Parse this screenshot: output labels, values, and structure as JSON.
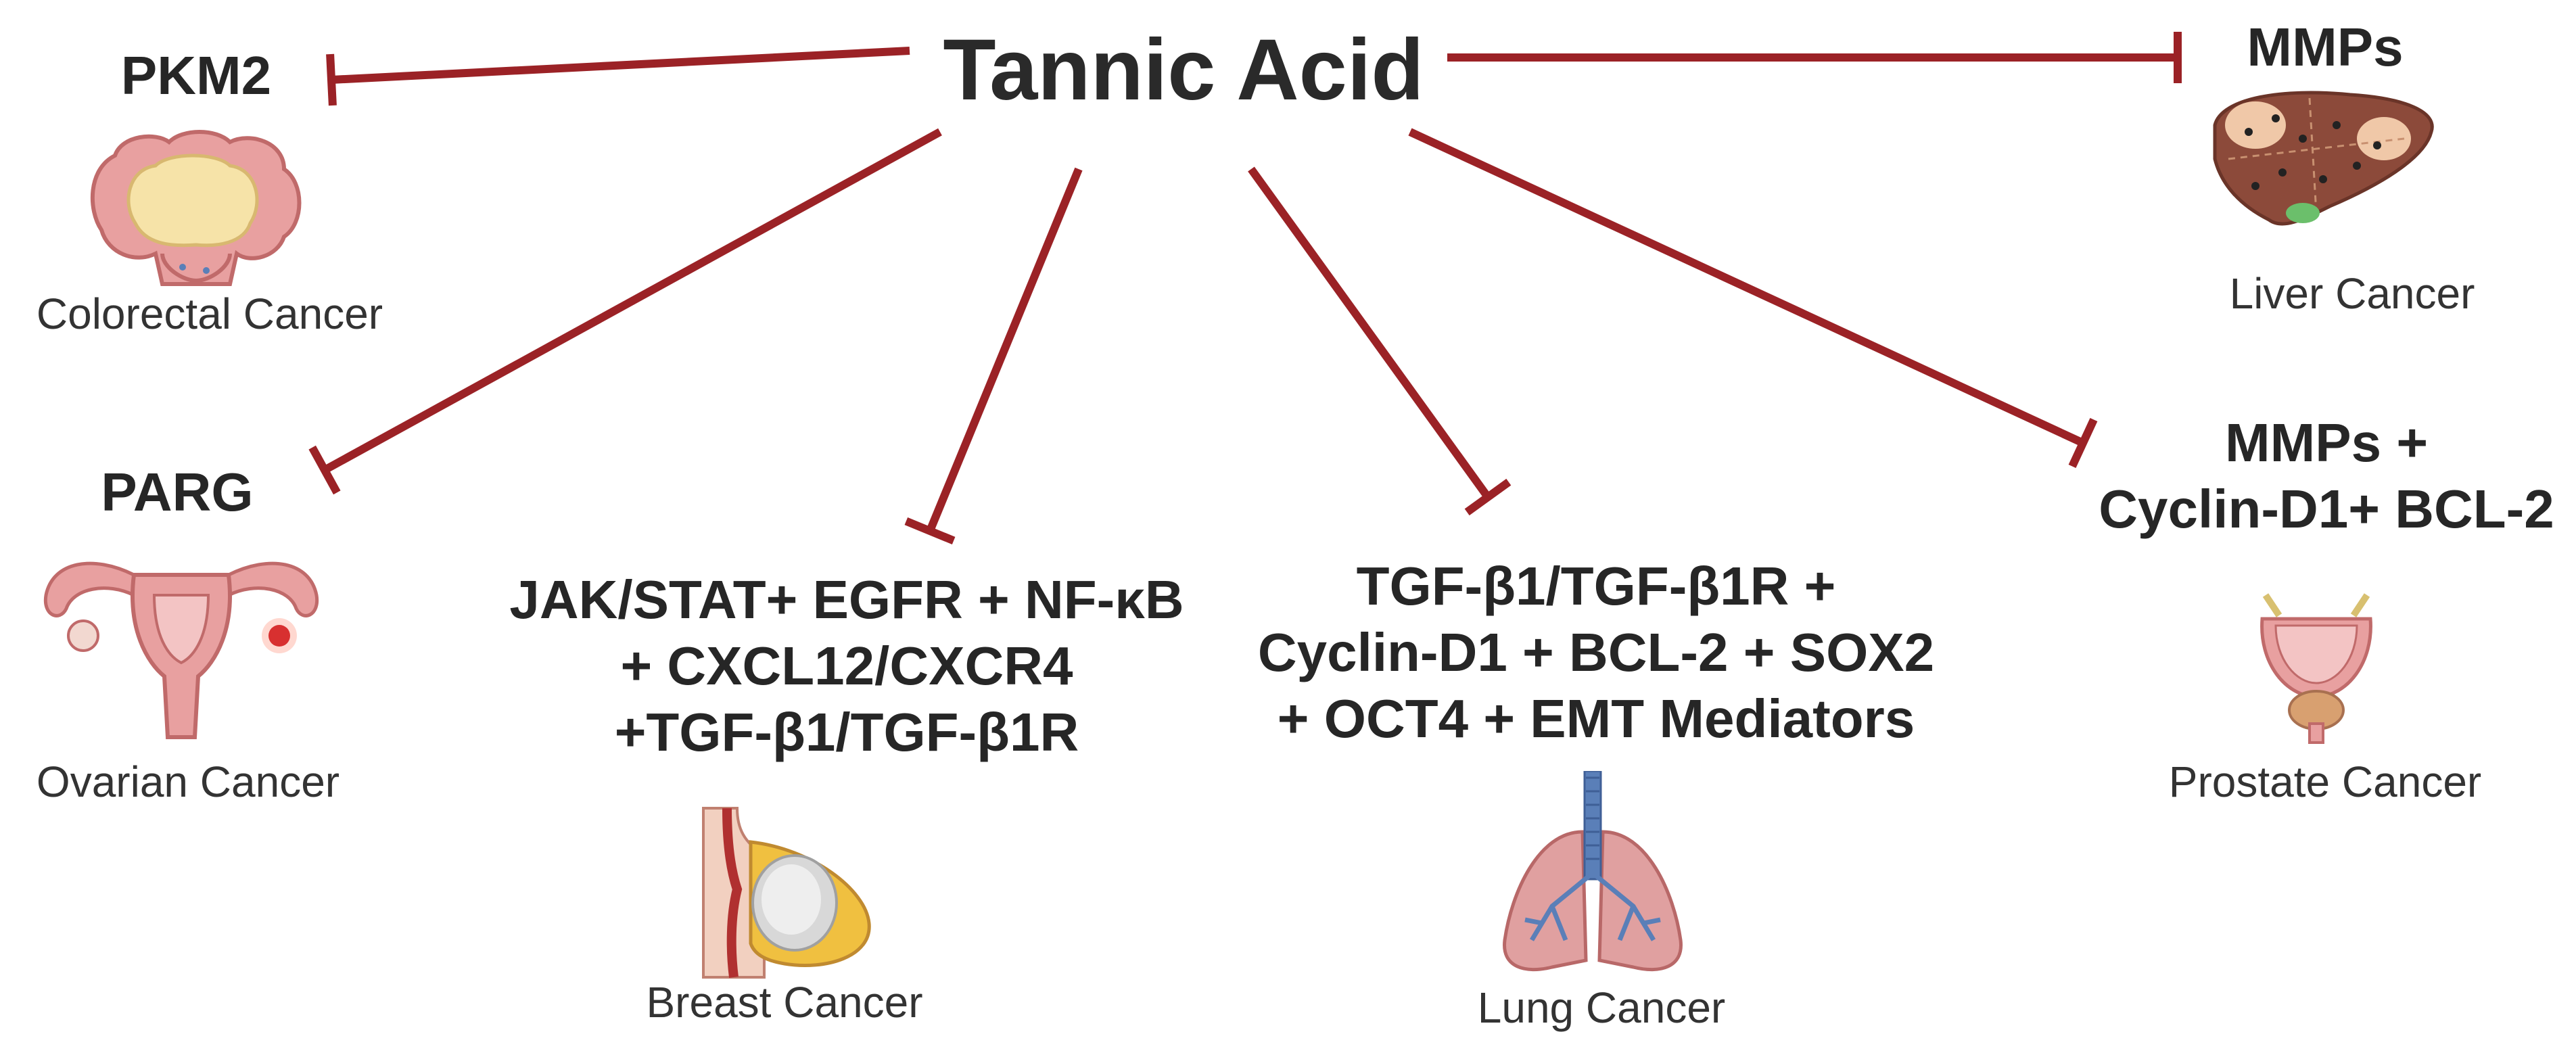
{
  "title": "Tannic Acid",
  "colors": {
    "arrow": "#9b2226",
    "tissue_pink": "#e8a0a0",
    "tissue_dark": "#c06a6a",
    "tumor_cream": "#f6e3a8",
    "liver_brown": "#8c4a3a",
    "lung_blue": "#5a7fb8",
    "breast_yellow": "#f0c040"
  },
  "nodes": [
    {
      "id": "colorectal",
      "target_lines": [
        "PKM2"
      ],
      "cancer": "Colorectal Cancer",
      "organ_icon": "colon-icon"
    },
    {
      "id": "ovarian",
      "target_lines": [
        "PARG"
      ],
      "cancer": "Ovarian Cancer",
      "organ_icon": "uterus-icon"
    },
    {
      "id": "breast",
      "target_lines": [
        "JAK/STAT+ EGFR + NF-κB",
        "+ CXCL12/CXCR4",
        "+TGF-β1/TGF-β1R"
      ],
      "cancer": "Breast Cancer",
      "organ_icon": "breast-icon"
    },
    {
      "id": "lung",
      "target_lines": [
        "TGF-β1/TGF-β1R +",
        "Cyclin-D1 + BCL-2 + SOX2",
        "+ OCT4 + EMT Mediators"
      ],
      "cancer": "Lung Cancer",
      "organ_icon": "lungs-icon"
    },
    {
      "id": "prostate",
      "target_lines": [
        "MMPs +",
        "Cyclin-D1+ BCL-2"
      ],
      "cancer": "Prostate Cancer",
      "organ_icon": "prostate-icon"
    },
    {
      "id": "liver",
      "target_lines": [
        "MMPs"
      ],
      "cancer": "Liver Cancer",
      "organ_icon": "liver-icon"
    }
  ]
}
